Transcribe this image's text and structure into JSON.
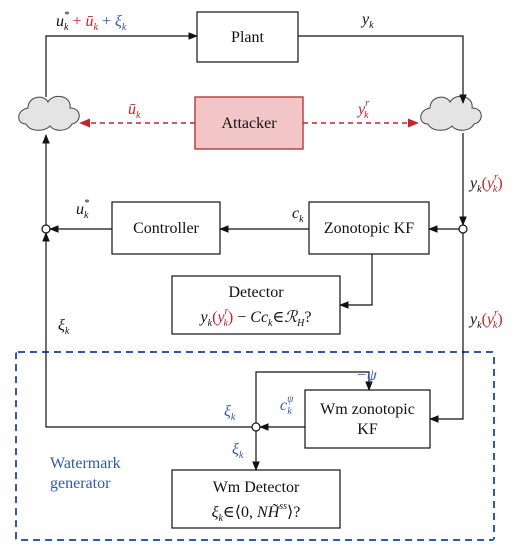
{
  "blocks": {
    "plant": "Plant",
    "attacker": "Attacker",
    "controller": "Controller",
    "zonotopic_kf": "Zonotopic KF",
    "detector_title": "Detector",
    "wm_kf_line1": "Wm zonotopic",
    "wm_kf_line2": "KF",
    "wm_detector_title": "Wm Detector"
  },
  "region": {
    "watermark_line1": "Watermark",
    "watermark_line2": "generator"
  },
  "signals": {
    "u_star": "u",
    "sub_k": "k",
    "sup_star": "*",
    "plus": " + ",
    "u_bar": "ū",
    "xi": "ξ",
    "y": "y",
    "sup_r": "r",
    "c": "c",
    "sup_psi": "ψ",
    "minus_psi": "−ψ",
    "open_paren": "(",
    "close_paren": ")"
  },
  "formulas": {
    "detector_minus": " − ",
    "detector_Cc": "Cc",
    "detector_in": "∈",
    "detector_R": "ℛ",
    "detector_H": "H",
    "detector_q": "?",
    "wm_in": "∈",
    "wm_open": "⟨0, ",
    "wm_N": "N",
    "wm_H": "H̃",
    "wm_ss": "ss",
    "wm_close": "⟩?"
  },
  "colors": {
    "attack": "#c0262d",
    "watermark": "#2f5aa8",
    "attacker_fill": "#f2c6c6"
  }
}
